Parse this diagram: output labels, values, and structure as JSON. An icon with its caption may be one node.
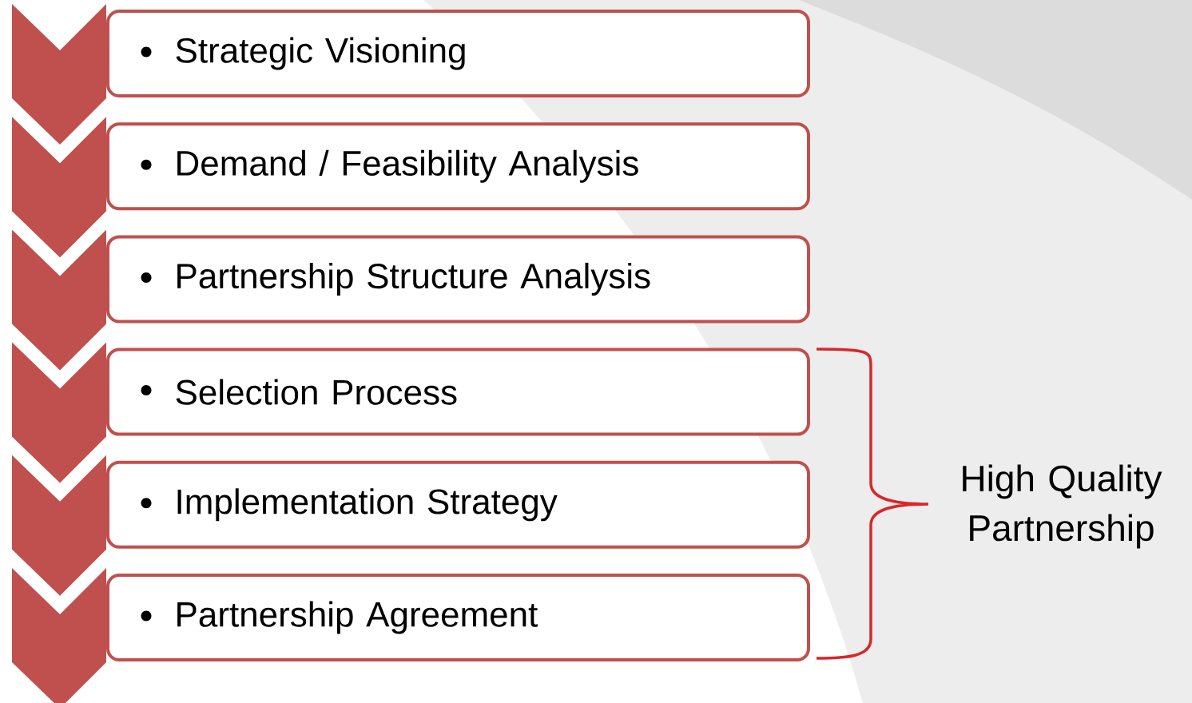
{
  "diagram": {
    "nodes": [
      {
        "text": [
          "Strategic Visioning"
        ]
      },
      {
        "text": [
          "Demand / Feasibility Analysis"
        ]
      },
      {
        "text": [
          "Partnership Structure Analysis"
        ]
      },
      {
        "text": [
          "Selection Process"
        ]
      },
      {
        "text": [
          "Implementation Strategy"
        ]
      },
      {
        "text": [
          "Partnership Agreement"
        ]
      }
    ],
    "labels": [
      "High Quality Partnership"
    ]
  }
}
